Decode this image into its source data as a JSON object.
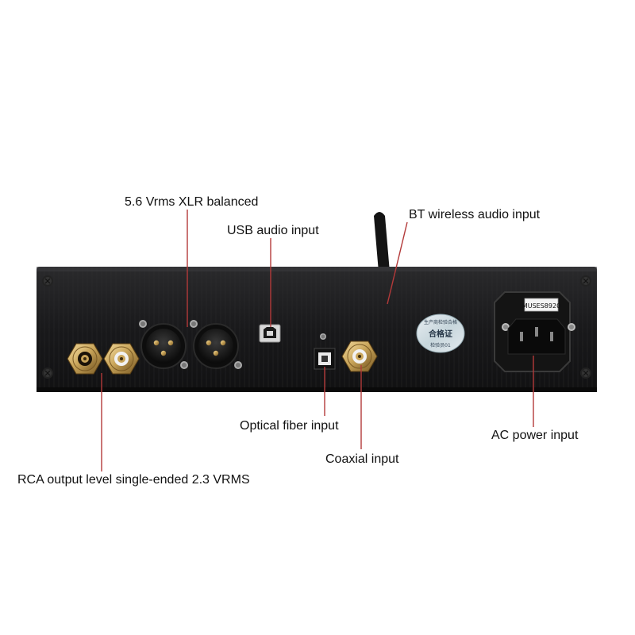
{
  "labels": {
    "xlr": "5.6 Vrms XLR balanced",
    "usb": "USB audio input",
    "bt": "BT wireless audio input",
    "optical": "Optical fiber input",
    "coaxial": "Coaxial input",
    "ac": "AC power input",
    "rca": "RCA output level single-ended 2.3 VRMS"
  },
  "device_text": {
    "socket_label": "MUSES8920",
    "qc_sticker_top": "生产商检验合格",
    "qc_sticker_main": "合格证",
    "qc_sticker_bottom": "检验员01"
  },
  "colors": {
    "leader_line": "#b33a3a",
    "chassis": "#1b1b1d",
    "gold": "#c9a55a"
  }
}
